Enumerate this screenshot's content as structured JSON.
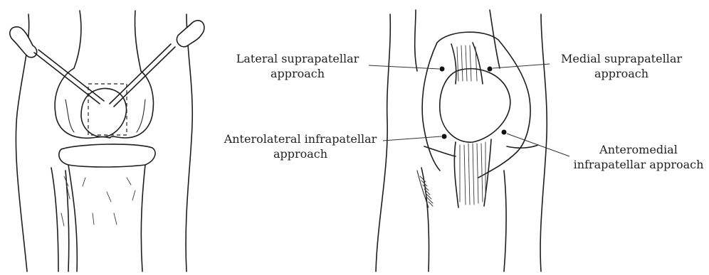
{
  "labels": {
    "lateral_suprapatellar": [
      "Lateral suprapatellar",
      "approach"
    ],
    "medial_suprapatellar": [
      "Medial suprapatellar",
      "approach"
    ],
    "anterolateral_infrapatellar": [
      "Anterolateral infrapatellar",
      "approach"
    ],
    "anteromedial_infrapatellar": [
      "Anteromedial",
      "infrapatellar approach"
    ]
  }
}
